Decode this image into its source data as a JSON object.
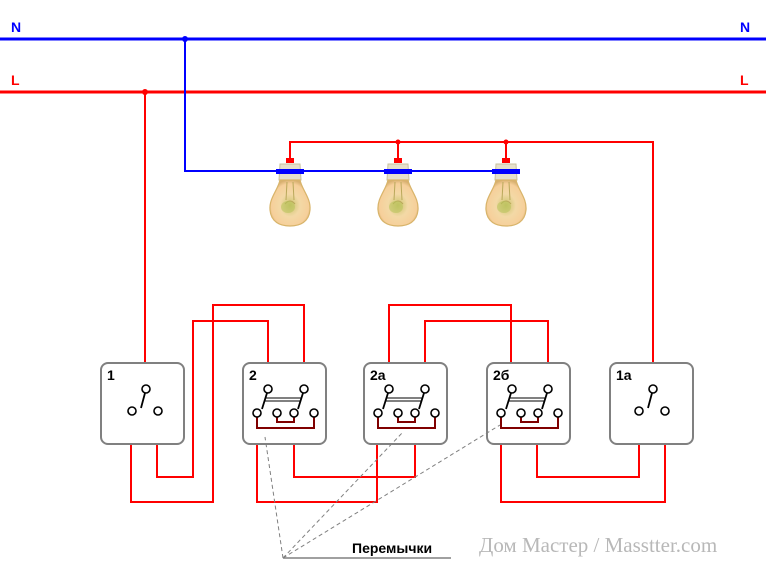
{
  "diagram": {
    "title": "Wiring diagram: two pass-through switch pairs controlling three lamps",
    "lines": {
      "neutral": {
        "label_left": "N",
        "label_right": "N",
        "color": "#0000ff"
      },
      "live": {
        "label_left": "L",
        "label_right": "L",
        "color": "#ff0000"
      }
    },
    "colors": {
      "wire": "#ff0000",
      "neutral": "#0000ff",
      "jumper": "#800000",
      "switch_box": "#808080",
      "terminal": "#000000",
      "leader": "#808080",
      "watermark": "#b8b8b8"
    },
    "lamps": [
      {
        "id": "lamp-1"
      },
      {
        "id": "lamp-2"
      },
      {
        "id": "lamp-3"
      }
    ],
    "switches": [
      {
        "id": "sw-1",
        "label": "1",
        "type": "single"
      },
      {
        "id": "sw-2",
        "label": "2",
        "type": "double"
      },
      {
        "id": "sw-2a",
        "label": "2а",
        "type": "double"
      },
      {
        "id": "sw-2b",
        "label": "2б",
        "type": "double"
      },
      {
        "id": "sw-1a",
        "label": "1а",
        "type": "single"
      }
    ],
    "caption": "Перемычки",
    "watermark": "Дом Мастер / Masstter.com"
  }
}
